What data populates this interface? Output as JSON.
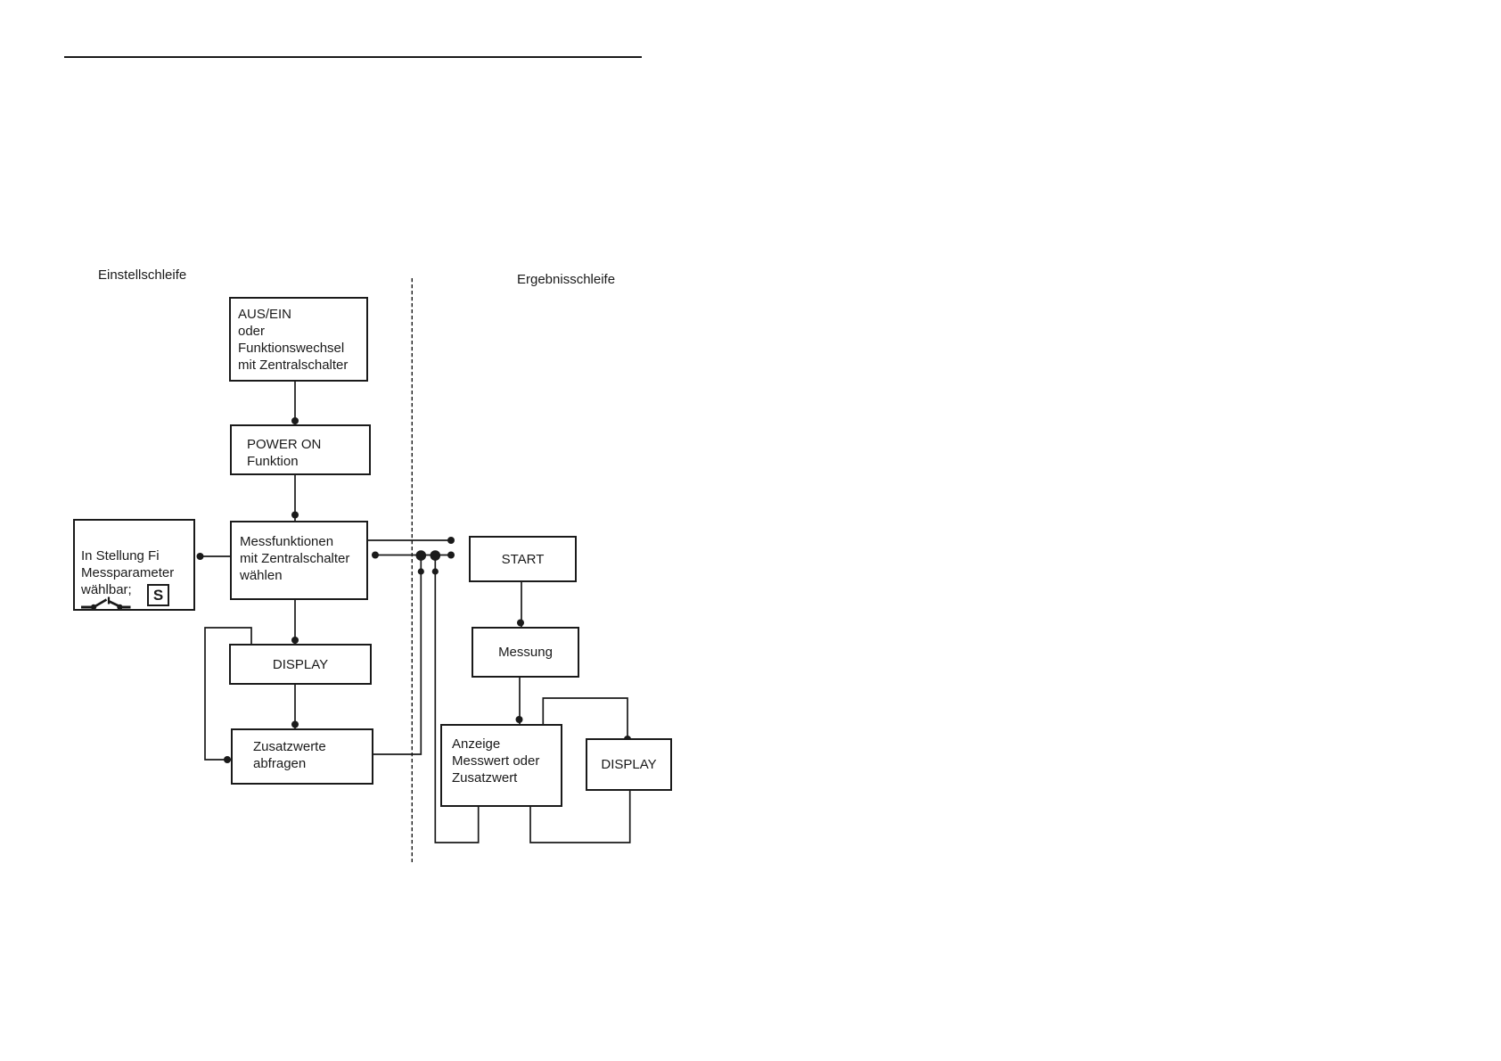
{
  "colors": {
    "ink": "#1a1a1a",
    "background": "#ffffff"
  },
  "labels": {
    "left_column": "Einstellschleife",
    "right_column": "Ergebnisschleife"
  },
  "boxes": {
    "aus_ein": {
      "text": "AUS/EIN\noder\nFunktionswechsel\nmit Zentralschalter"
    },
    "power_on": {
      "text": "POWER ON\nFunktion"
    },
    "in_stellung": {
      "text": "In Stellung Fi\nMessparameter\nwählbar;",
      "symbol": "S",
      "icon": "open-switch-icon"
    },
    "messfunktionen": {
      "text": "Messfunktionen\nmit Zentralschalter\nwählen"
    },
    "display_left": {
      "text": "DISPLAY"
    },
    "zusatzwerte": {
      "text": "Zusatzwerte\nabfragen"
    },
    "start": {
      "text": "START"
    },
    "messung": {
      "text": "Messung"
    },
    "anzeige": {
      "text": "Anzeige\nMesswert oder\nZusatzwert"
    },
    "display_right": {
      "text": "DISPLAY"
    }
  }
}
